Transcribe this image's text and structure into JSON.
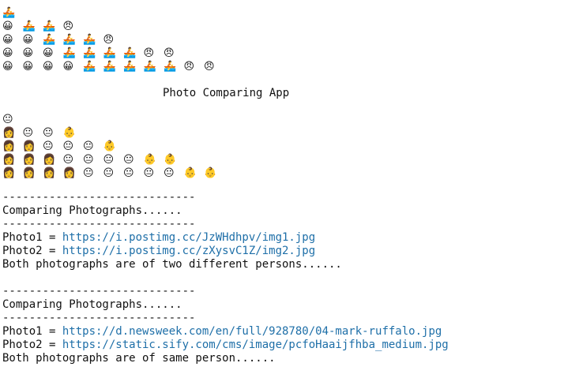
{
  "title": "Photo Comparing App",
  "header_art": {
    "top_block": [
      [
        "🚣"
      ],
      [
        "😀",
        "🚣",
        "🚣",
        "😠"
      ],
      [
        "😀",
        "😀",
        "🚣",
        "🚣",
        "🚣",
        "😠"
      ],
      [
        "😀",
        "😀",
        "😀",
        "🚣",
        "🚣",
        "🚣",
        "🚣",
        "😠",
        "😠"
      ],
      [
        "😀",
        "😀",
        "😀",
        "😀",
        "🚣",
        "🚣",
        "🚣",
        "🚣",
        "🚣",
        "😠",
        "😠"
      ]
    ],
    "bottom_block": [
      [
        "😐"
      ],
      [
        "👩",
        "😐",
        "😐",
        "👶"
      ],
      [
        "👩",
        "👩",
        "😐",
        "😐",
        "😐",
        "👶"
      ],
      [
        "👩",
        "👩",
        "👩",
        "😐",
        "😐",
        "😐",
        "😐",
        "👶",
        "👶"
      ],
      [
        "👩",
        "👩",
        "👩",
        "👩",
        "😐",
        "😐",
        "😐",
        "😐",
        "😐",
        "👶",
        "👶"
      ]
    ]
  },
  "separator": "-----------------------------",
  "results": [
    {
      "heading": "Comparing Photographs......",
      "photo1_label": "Photo1 = ",
      "photo1_url": "https://i.postimg.cc/JzWHdhpv/img1.jpg",
      "photo2_label": "Photo2 = ",
      "photo2_url": "https://i.postimg.cc/zXysvC1Z/img2.jpg",
      "verdict": "Both photographs are of two different persons......"
    },
    {
      "heading": "Comparing Photographs......",
      "photo1_label": "Photo1 = ",
      "photo1_url": "https://d.newsweek.com/en/full/928780/04-mark-ruffalo.jpg",
      "photo2_label": "Photo2 = ",
      "photo2_url": "https://static.sify.com/cms/image/pcfoHaaijfhba_medium.jpg",
      "verdict": "Both photographs are of same person......"
    }
  ]
}
